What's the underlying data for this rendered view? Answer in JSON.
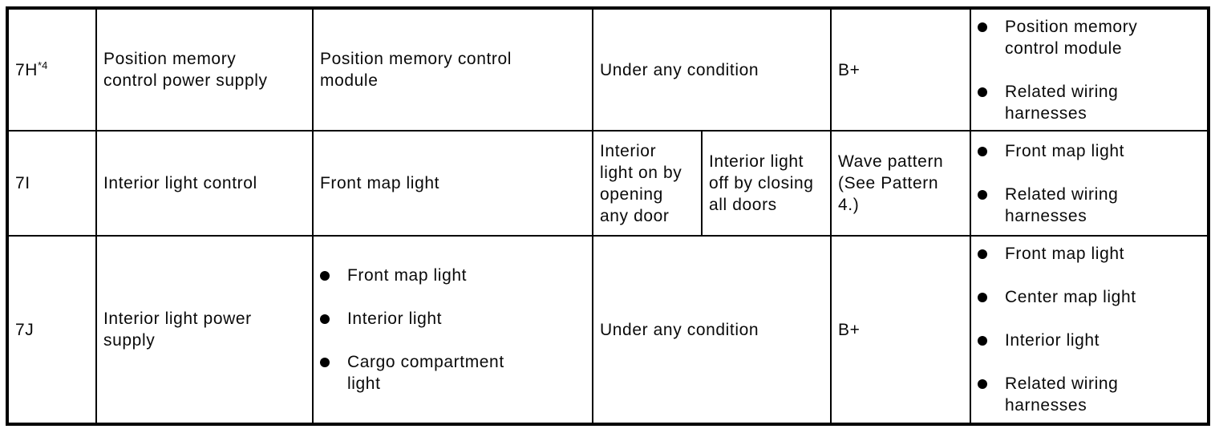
{
  "table": {
    "rows": [
      {
        "terminal": "7H",
        "terminal_note": "*4",
        "signal": "Position memory\ncontrol power supply",
        "connected_to": "Position memory control\nmodule",
        "condition": "Under any condition",
        "measured_value": "B+",
        "inspection_items": [
          "Position memory\ncontrol module",
          "Related wiring\nharnesses"
        ]
      },
      {
        "terminal": "7I",
        "terminal_note": "",
        "signal": "Interior light control",
        "connected_to": "Front map light",
        "condition_left": "Interior\nlight on by\nopening\nany door",
        "condition_right": "Interior light\noff by closing\nall doors",
        "measured_value": "Wave pattern\n(See Pattern\n4.)",
        "inspection_items": [
          "Front map light",
          "Related wiring\nharnesses"
        ]
      },
      {
        "terminal": "7J",
        "terminal_note": "",
        "signal": "Interior light power\nsupply",
        "connected_to_list": [
          "Front map light",
          "Interior light",
          "Cargo compartment\nlight"
        ],
        "condition": "Under any condition",
        "measured_value": "B+",
        "inspection_items": [
          "Front map light",
          "Center map light",
          "Interior light",
          "Related wiring\nharnesses"
        ]
      }
    ]
  }
}
